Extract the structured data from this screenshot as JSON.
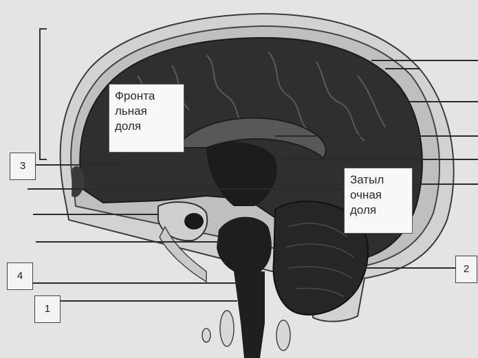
{
  "labels": {
    "frontal": {
      "line1": "Фронта",
      "line2": "льная",
      "line3": "доля"
    },
    "occipital": {
      "line1": "Затыл",
      "line2": "очная",
      "line3": "доля"
    }
  },
  "markers": {
    "m1": "1",
    "m2": "2",
    "m3": "3",
    "m4": "4"
  },
  "colors": {
    "background": "#e4e4e4",
    "brain": "#303030",
    "line": "#2a2a2a",
    "box": "#f8f8f8"
  }
}
